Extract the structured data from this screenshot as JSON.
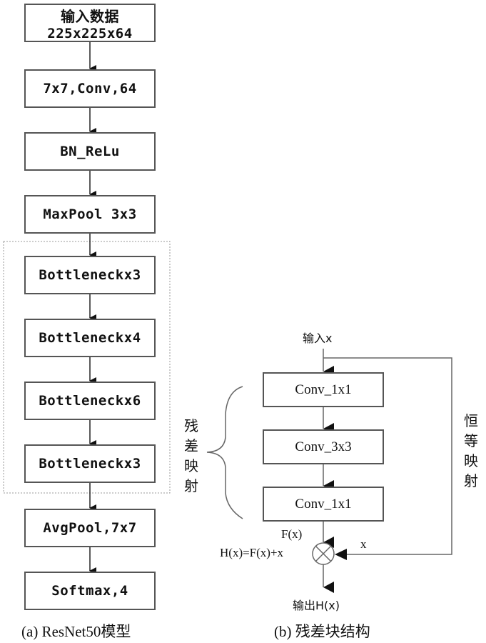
{
  "panel_a": {
    "caption": "(a) ResNet50模型",
    "input_box": {
      "line1": "输入数据",
      "line2": "225x225x64"
    },
    "layers": [
      "7x7,Conv,64",
      "BN_ReLu",
      "MaxPool 3x3",
      "Bottleneckx3",
      "Bottleneckx4",
      "Bottleneckx6",
      "Bottleneckx3",
      "AvgPool,7x7",
      "Softmax,4"
    ]
  },
  "panel_b": {
    "caption": "(b) 残差块结构",
    "input_label": "输入x",
    "blocks": [
      "Conv_1x1",
      "Conv_3x3",
      "Conv_1x1"
    ],
    "residual_label": "残差映射",
    "identity_label": "恒等映射",
    "fx_label": "F(x)",
    "hx_formula": "H(x)=F(x)+x",
    "skip_label": "x",
    "output_label": "输出H(x)",
    "residual_chars": [
      "残",
      "差",
      "映",
      "射"
    ],
    "identity_chars": [
      "恒",
      "等",
      "映",
      "射"
    ]
  }
}
